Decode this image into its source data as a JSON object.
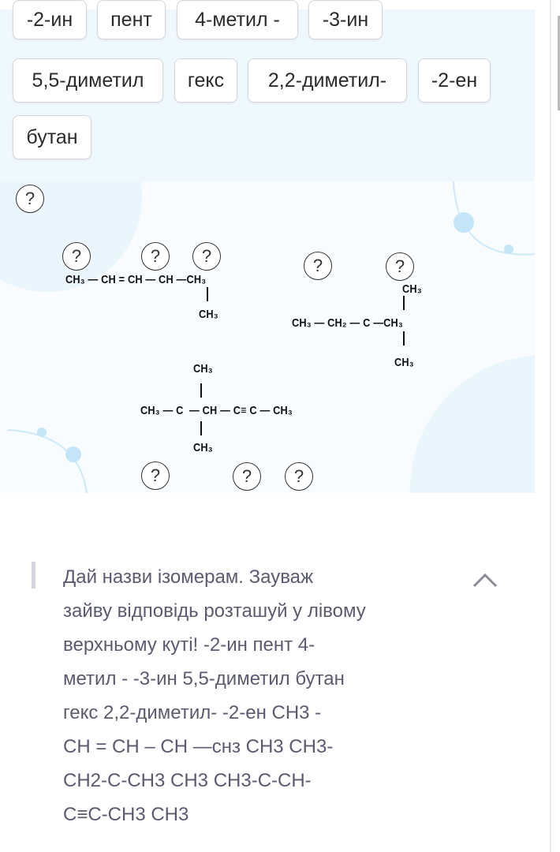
{
  "chips": {
    "row1": [
      "-2-ин",
      "пент",
      "4-метил -",
      "-3-ин"
    ],
    "row2": [
      "5,5-диметил",
      "гекс",
      "2,2-диметил-",
      "-2-ен"
    ],
    "row3": [
      "бутан"
    ]
  },
  "drop_marker": "?",
  "formula1": {
    "main": "CH₃ — CH = CH — CH —CH₃",
    "branch": "CH₃"
  },
  "formula2": {
    "top": "CH₃",
    "main": "CH₃ — CH₂ — C —CH₃",
    "bottom": "CH₃"
  },
  "formula3": {
    "top": "CH₃",
    "main": "CH₃ — C  — CH — C≡ C — CH₃",
    "bottom": "CH₃"
  },
  "question": {
    "lines": [
      "Дай назви ізомерам. Зауваж",
      "зайву відповідь розташуй у лівому",
      "верхньому куті! -2-ин пент 4-",
      "метил - -3-ин 5,5-диметил бутан",
      "гекс 2,2-диметил- -2-ен CH3 -",
      "CH = CH – CH —снз CH3 CH3-",
      "CH2-C-CH3 CH3 CH3-C-CH-",
      "C≡C-CH3 CH3"
    ]
  },
  "colors": {
    "chip_area": "#eff8fd",
    "text": "#5b5b70",
    "decor": "#cfe9f8"
  }
}
